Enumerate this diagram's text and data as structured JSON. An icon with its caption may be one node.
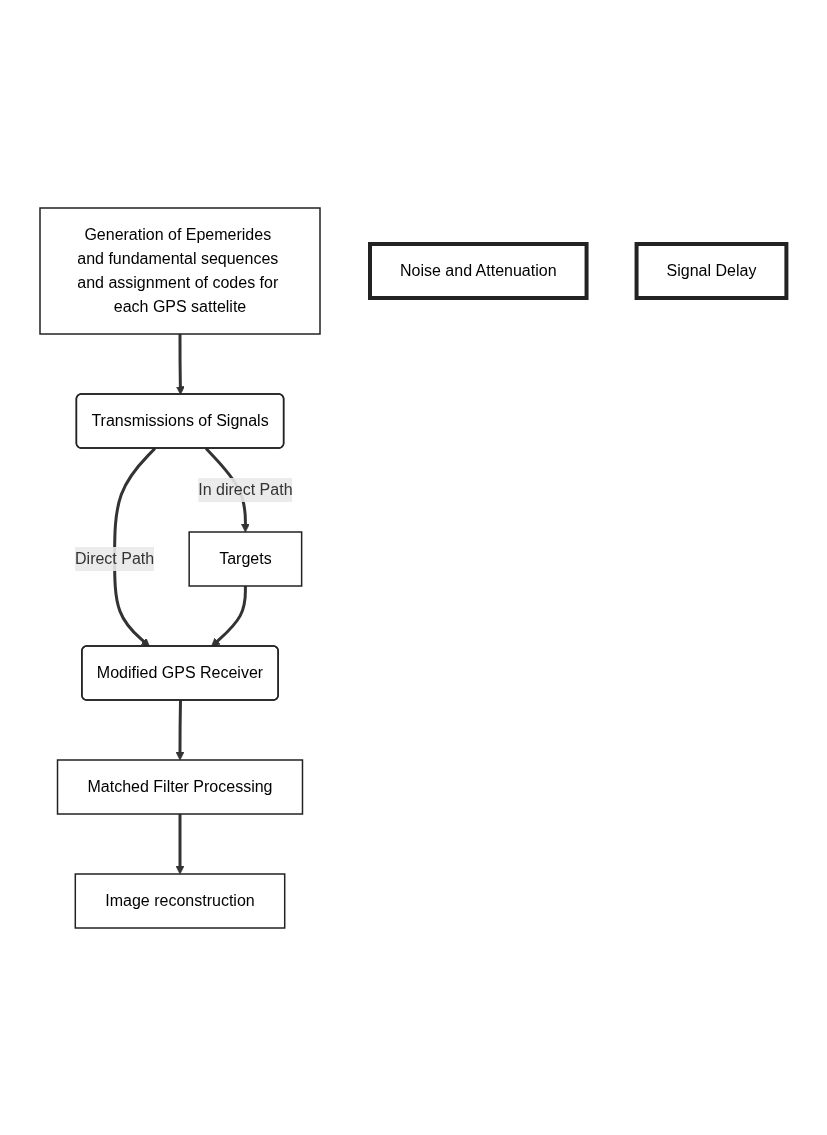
{
  "diagram": {
    "nodes": [
      {
        "text": [
          "Generation of Epemerides and fundamental sequences and assignment of codes for each GPS sattelite"
        ]
      },
      {
        "text": [
          "Transmissions of Signals"
        ]
      },
      {
        "text": [
          "Noise and Attenuation"
        ]
      },
      {
        "text": [
          "Targets"
        ]
      },
      {
        "text": [
          "Signal Delay"
        ]
      },
      {
        "text": [
          "Modified GPS Receiver"
        ]
      },
      {
        "text": [
          "Matched Filter Processing"
        ]
      },
      {
        "text": [
          "Image reconstruction"
        ]
      }
    ],
    "edges": [
      {
        "from": 0,
        "to": 1,
        "arrow": "to"
      },
      {
        "from": 1,
        "to": 3,
        "arrow": "to",
        "label": "In direct Path"
      },
      {
        "from": 1,
        "to": 5,
        "arrow": "to",
        "label": "Direct Path"
      },
      {
        "from": 3,
        "to": 5,
        "arrow": "to"
      },
      {
        "from": 5,
        "to": 6,
        "arrow": "to"
      },
      {
        "from": 6,
        "to": 7,
        "arrow": "to"
      }
    ]
  }
}
